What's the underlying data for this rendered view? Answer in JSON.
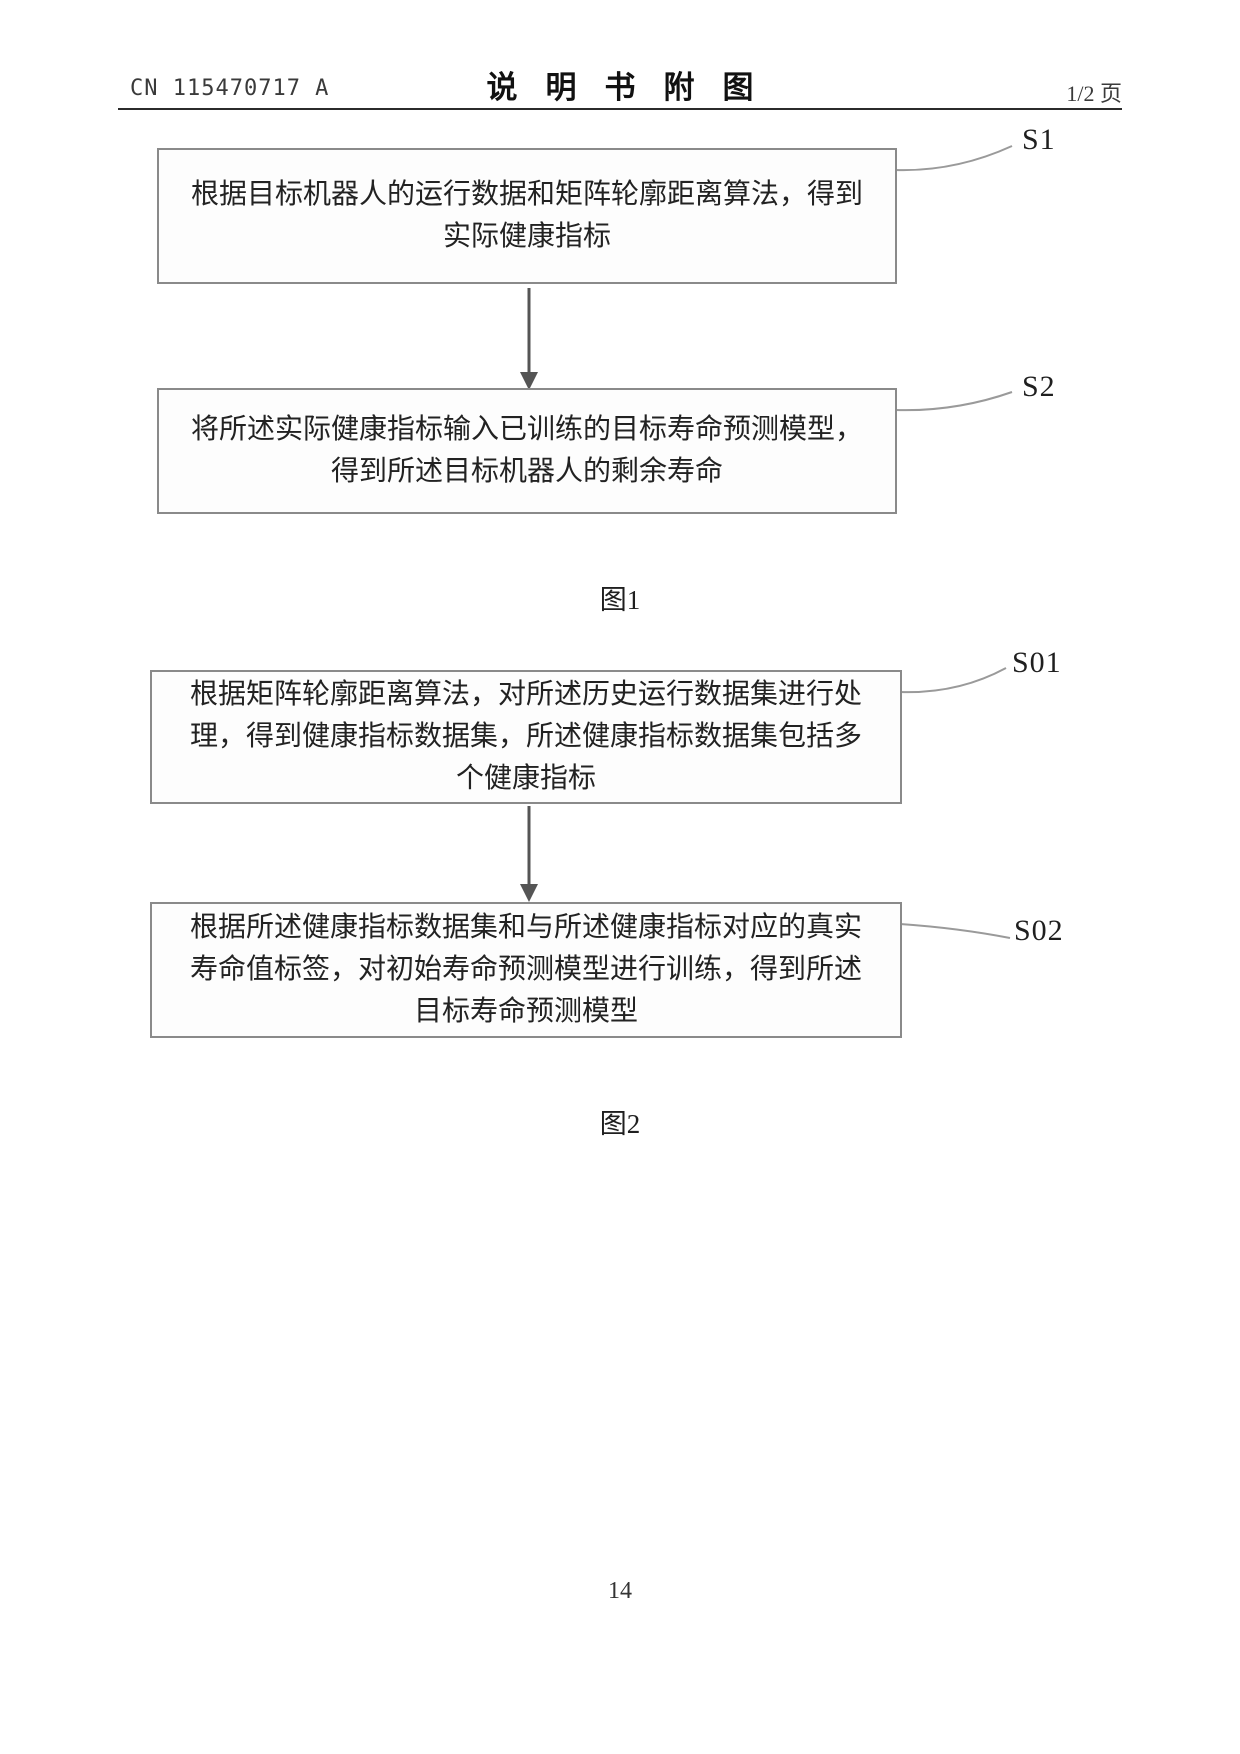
{
  "header": {
    "doc_number": "CN 115470717 A",
    "title": "说明书附图",
    "page_indicator": "1/2 页"
  },
  "figure1": {
    "caption": "图1",
    "steps": [
      {
        "label": "S1",
        "text": "根据目标机器人的运行数据和矩阵轮廓距离算法，得到\n实际健康指标"
      },
      {
        "label": "S2",
        "text": "将所述实际健康指标输入已训练的目标寿命预测模型，\n得到所述目标机器人的剩余寿命"
      }
    ]
  },
  "figure2": {
    "caption": "图2",
    "steps": [
      {
        "label": "S01",
        "text": "根据矩阵轮廓距离算法，对所述历史运行数据集进行处\n理，得到健康指标数据集，所述健康指标数据集包括多\n个健康指标"
      },
      {
        "label": "S02",
        "text": "根据所述健康指标数据集和与所述健康指标对应的真实\n寿命值标签，对初始寿命预测模型进行训练，得到所述\n目标寿命预测模型"
      }
    ]
  },
  "footer": {
    "page_number": "14"
  },
  "colors": {
    "line": "#555555",
    "box_border": "#8a8a8a"
  }
}
